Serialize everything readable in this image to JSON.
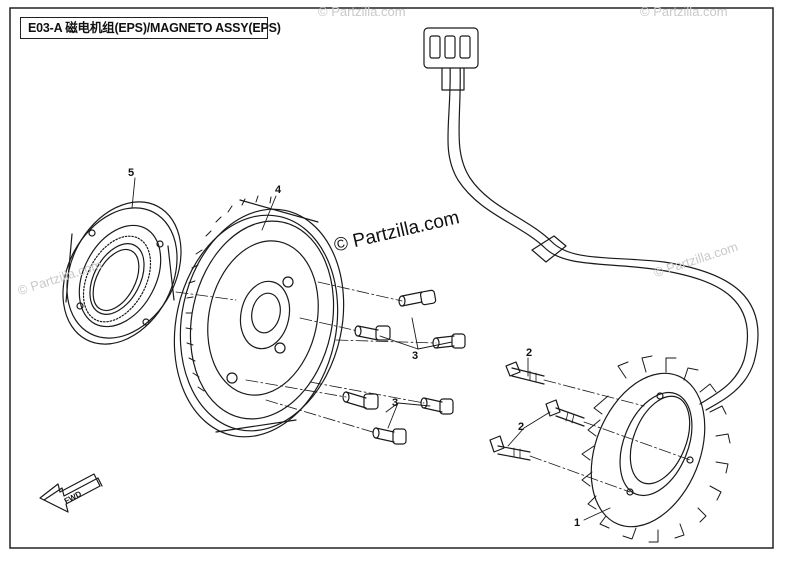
{
  "title": "E03-A 磁电机组(EPS)/MAGNETO ASSY(EPS)",
  "watermark_text": "© Partzilla.com",
  "brand_text": "© Partzilla.com",
  "fwd_label": "FWD",
  "callouts": [
    {
      "number": "1",
      "part": "stator"
    },
    {
      "number": "2",
      "part": "bolt"
    },
    {
      "number": "2",
      "part": "bolt"
    },
    {
      "number": "3",
      "part": "bolt"
    },
    {
      "number": "3",
      "part": "bolt"
    },
    {
      "number": "4",
      "part": "flywheel"
    },
    {
      "number": "5",
      "part": "starter-clutch-bearing"
    }
  ],
  "colors": {
    "line": "#1a1a1a",
    "watermark": "#c9c9c9",
    "background": "#ffffff"
  }
}
